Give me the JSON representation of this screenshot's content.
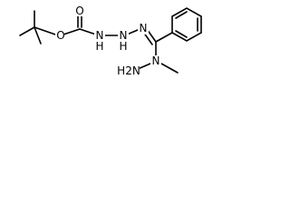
{
  "molecule": {
    "atoms": {
      "carbonyl_oxygen": "O",
      "ester_oxygen": "O",
      "nh_left": "N",
      "nh_left_h": "H",
      "nh_right": "N",
      "nh_right_h": "H",
      "imine_n": "N",
      "hydrazine_n": "N",
      "amino": "H2N"
    }
  }
}
